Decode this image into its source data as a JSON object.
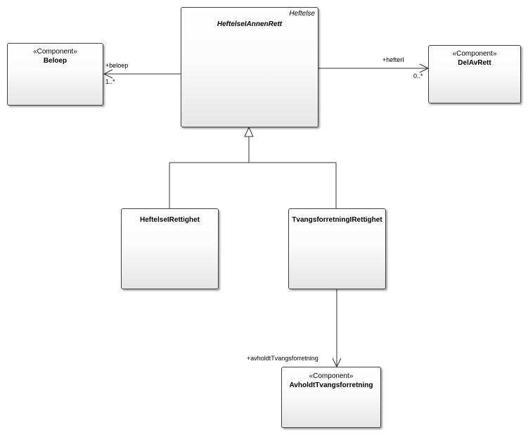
{
  "classes": {
    "heftelse_annen_rett": {
      "name": "HeftelseIAnnenRett",
      "parent": "Heftelse"
    },
    "beloep": {
      "stereotype": "«Component»",
      "name": "Beloep"
    },
    "del_av_rett": {
      "stereotype": "«Component»",
      "name": "DelAvRett"
    },
    "heftelse_rettighet": {
      "name": "HeftelseIRettighet"
    },
    "tvangsforretning_rettighet": {
      "name": "TvangsforretningIRettighet"
    },
    "avholdt_tvangsforretning": {
      "stereotype": "«Component»",
      "name": "AvholdtTvangsforretning"
    }
  },
  "associations": {
    "beloep": {
      "role": "+beloep",
      "multiplicity": "1..*"
    },
    "hefterI": {
      "role": "+hefterI",
      "multiplicity": "0..*"
    },
    "avholdt": {
      "role": "+avholdtTvangsforretning"
    }
  }
}
